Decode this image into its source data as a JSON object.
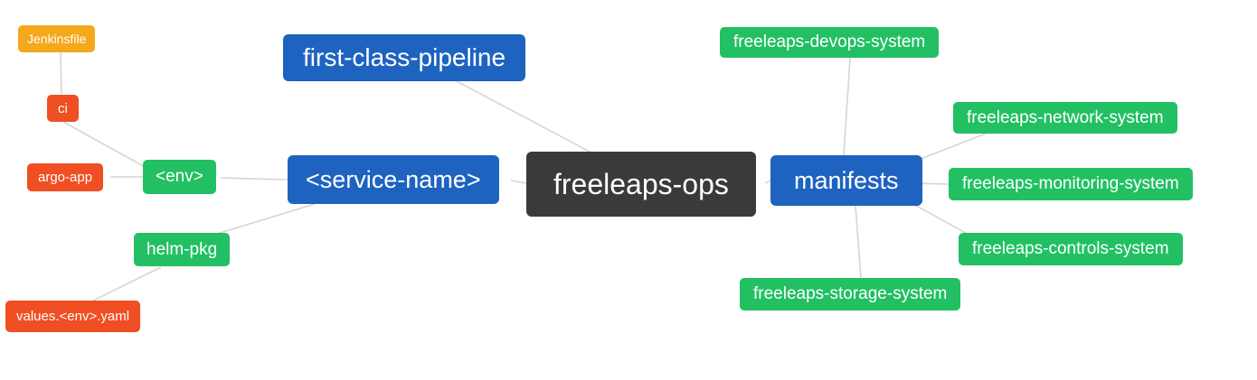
{
  "diagram": {
    "type": "mindmap",
    "root": "freeleaps-ops",
    "colors": {
      "blue": "#1e63c0",
      "dark": "#3a3a3a",
      "green": "#22c063",
      "orange_red": "#f04e23",
      "amber": "#f5a81c",
      "edge": "#d5d5d5",
      "background": "#ffffff",
      "text": "#ffffff"
    },
    "nodes": [
      {
        "id": "jenkinsfile",
        "label": "Jenkinsfile",
        "color": "amber"
      },
      {
        "id": "ci",
        "label": "ci",
        "color": "orange_red"
      },
      {
        "id": "argo-app",
        "label": "argo-app",
        "color": "orange_red"
      },
      {
        "id": "env",
        "label": "<env>",
        "color": "green"
      },
      {
        "id": "helm-pkg",
        "label": "helm-pkg",
        "color": "green"
      },
      {
        "id": "values-env-yaml",
        "label": "values.<env>.yaml",
        "color": "orange_red"
      },
      {
        "id": "first-class-pipeline",
        "label": "first-class-pipeline",
        "color": "blue"
      },
      {
        "id": "service-name",
        "label": "<service-name>",
        "color": "blue"
      },
      {
        "id": "freeleaps-ops",
        "label": "freeleaps-ops",
        "color": "dark"
      },
      {
        "id": "manifests",
        "label": "manifests",
        "color": "blue"
      },
      {
        "id": "freeleaps-devops-system",
        "label": "freeleaps-devops-system",
        "color": "green"
      },
      {
        "id": "freeleaps-network-system",
        "label": "freeleaps-network-system",
        "color": "green"
      },
      {
        "id": "freeleaps-monitoring-system",
        "label": "freeleaps-monitoring-system",
        "color": "green"
      },
      {
        "id": "freeleaps-controls-system",
        "label": "freeleaps-controls-system",
        "color": "green"
      },
      {
        "id": "freeleaps-storage-system",
        "label": "freeleaps-storage-system",
        "color": "green"
      }
    ],
    "edges": [
      {
        "from": "Jenkinsfile",
        "to": "ci"
      },
      {
        "from": "ci",
        "to": "<env>"
      },
      {
        "from": "argo-app",
        "to": "<env>"
      },
      {
        "from": "<env>",
        "to": "<service-name>"
      },
      {
        "from": "helm-pkg",
        "to": "<service-name>"
      },
      {
        "from": "values.<env>.yaml",
        "to": "helm-pkg"
      },
      {
        "from": "first-class-pipeline",
        "to": "freeleaps-ops"
      },
      {
        "from": "<service-name>",
        "to": "freeleaps-ops"
      },
      {
        "from": "freeleaps-ops",
        "to": "manifests"
      },
      {
        "from": "manifests",
        "to": "freeleaps-devops-system"
      },
      {
        "from": "manifests",
        "to": "freeleaps-network-system"
      },
      {
        "from": "manifests",
        "to": "freeleaps-monitoring-system"
      },
      {
        "from": "manifests",
        "to": "freeleaps-controls-system"
      },
      {
        "from": "manifests",
        "to": "freeleaps-storage-system"
      }
    ]
  }
}
